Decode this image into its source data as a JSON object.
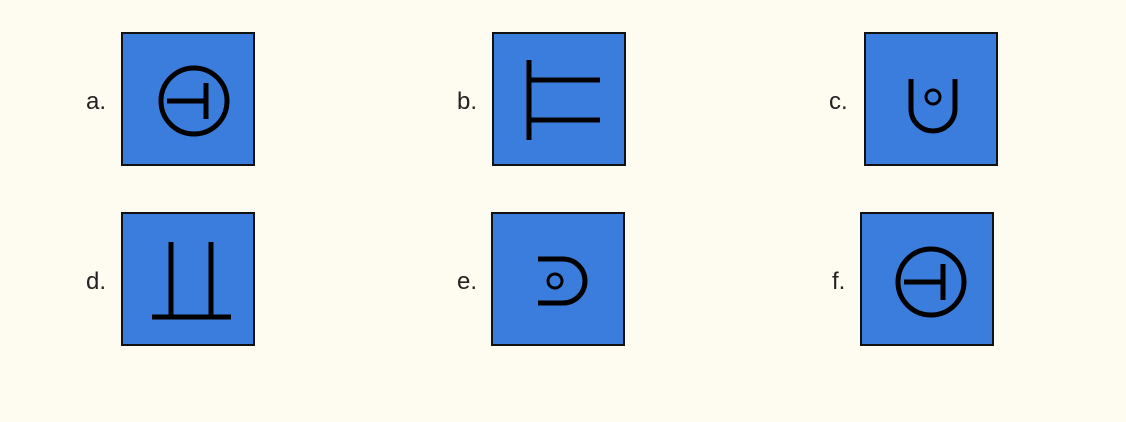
{
  "options": [
    {
      "label": "a.",
      "icon": "circle-with-tack-icon"
    },
    {
      "label": "b.",
      "icon": "comb-two-tines-icon"
    },
    {
      "label": "c.",
      "icon": "cup-with-dot-icon"
    },
    {
      "label": "d.",
      "icon": "two-legs-on-base-icon"
    },
    {
      "label": "e.",
      "icon": "arch-with-dot-icon"
    },
    {
      "label": "f.",
      "icon": "circle-with-tack-icon"
    }
  ],
  "colors": {
    "background": "#fefcf0",
    "tile_fill": "#3b7ddd",
    "tile_border": "#111111",
    "glyph": "#000000",
    "label_text": "#222222"
  }
}
